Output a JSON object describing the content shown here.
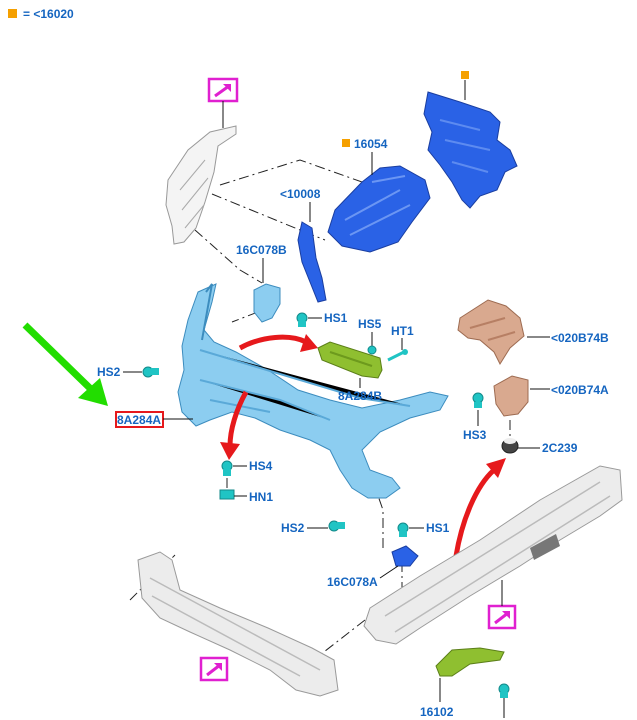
{
  "legend": {
    "marker_color": "#f5a000",
    "text": "= <16020"
  },
  "colors": {
    "label_blue": "#1565c0",
    "focus_arrow_green": "#22dd00",
    "flow_arrow_red": "#e6191c",
    "link_icon_magenta": "#e020d0",
    "highlight_box_red": "#e6191c",
    "part_blue": "#2a62e6",
    "part_lightblue": "#8ccdf0",
    "part_olive": "#8fbf30",
    "part_tan": "#d9a98f",
    "part_gray": "#dcdcdc",
    "fastener_teal": "#20c4c4"
  },
  "labels": {
    "p16054": "16054",
    "p10008": "<10008",
    "p16C078B": "16C078B",
    "hs1_top": "HS1",
    "hs5": "HS5",
    "ht1": "HT1",
    "p8A284B": "8A284B",
    "hs2_left": "HS2",
    "p8A284A": "8A284A",
    "hs4": "HS4",
    "hn1": "HN1",
    "p020B74B": "<020B74B",
    "p020B74A": "<020B74A",
    "hs3": "HS3",
    "p2C239": "2C239",
    "hs2_bottom": "HS2",
    "hs1_bottom": "HS1",
    "p16C078A": "16C078A",
    "p16102": "16102"
  },
  "icons": {
    "link_top": "link-arrow-icon",
    "link_bottom_left": "link-arrow-icon",
    "link_bottom_right": "link-arrow-icon",
    "green_arrow": "focus-arrow-icon"
  }
}
